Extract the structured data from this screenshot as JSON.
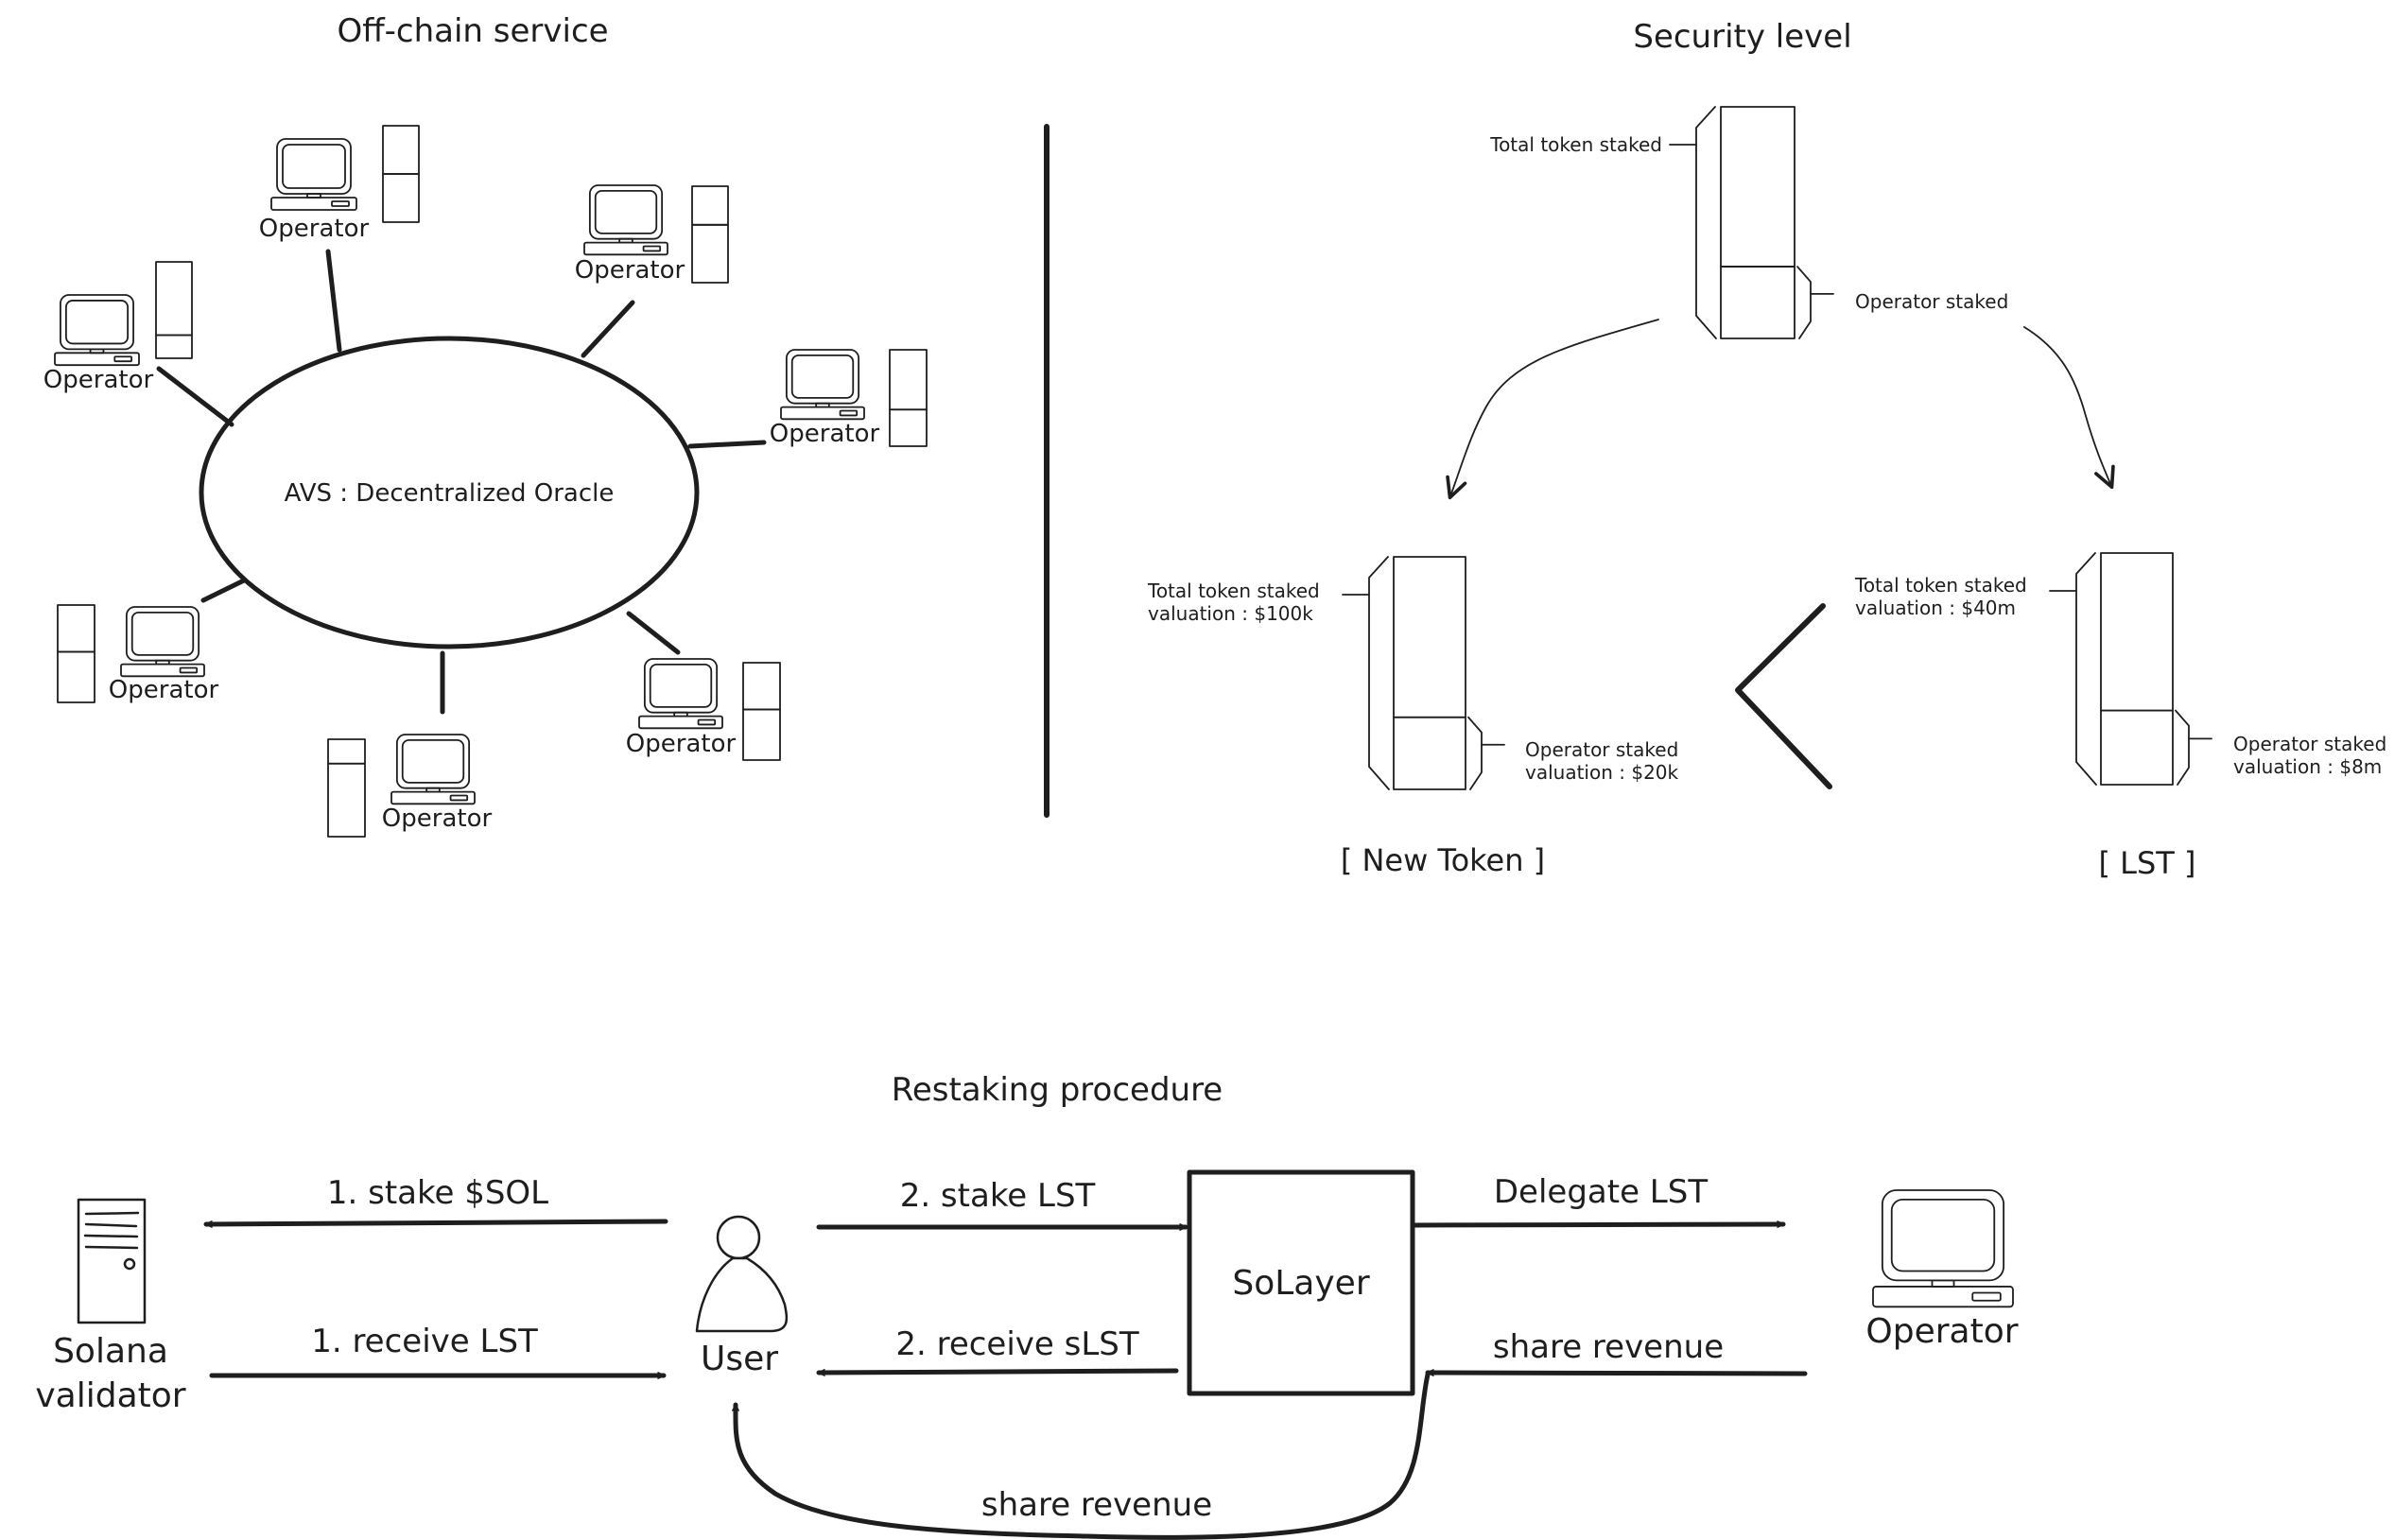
{
  "colors": {
    "ink": "#1e1e1e",
    "stake_fill": "#b2f2bb",
    "background": "#ffffff"
  },
  "offchain": {
    "title": "Off-chain service",
    "center_label": "AVS : Decentralized Oracle",
    "operators": [
      {
        "label": "Operator",
        "icon": "computer-icon",
        "operator_stake_fraction": 0.5
      },
      {
        "label": "Operator",
        "icon": "computer-icon",
        "operator_stake_fraction": 0.6
      },
      {
        "label": "Operator",
        "icon": "computer-icon",
        "operator_stake_fraction": 0.38
      },
      {
        "label": "Operator",
        "icon": "computer-icon",
        "operator_stake_fraction": 0.24
      },
      {
        "label": "Operator",
        "icon": "computer-icon",
        "operator_stake_fraction": 0.52
      },
      {
        "label": "Operator",
        "icon": "computer-icon",
        "operator_stake_fraction": 0.75
      },
      {
        "label": "Operator",
        "icon": "computer-icon",
        "operator_stake_fraction": 0.52
      }
    ]
  },
  "security": {
    "title": "Security level",
    "main": {
      "total_label": "Total token staked",
      "operator_label": "Operator staked",
      "operator_stake_fraction": 0.31
    },
    "new_token": {
      "caption": "[ New Token ]",
      "total_label_1": "Total token staked",
      "total_label_2": "valuation : $100k",
      "operator_label_1": "Operator staked",
      "operator_label_2": "valuation : $20k",
      "operator_stake_fraction": 0.31
    },
    "lst": {
      "caption": "[ LST ]",
      "total_label_1": "Total token staked",
      "total_label_2": "valuation : $40m",
      "operator_label_1": "Operator staked",
      "operator_label_2": "valuation : $8m",
      "operator_stake_fraction": 0.32
    },
    "comparison_symbol": "<"
  },
  "restaking": {
    "title": "Restaking procedure",
    "nodes": {
      "validator": {
        "line1": "Solana",
        "line2": "validator",
        "icon": "server-icon"
      },
      "user": {
        "label": "User",
        "icon": "user-icon"
      },
      "solayer": {
        "label": "SoLayer"
      },
      "operator": {
        "label": "Operator",
        "icon": "computer-icon"
      }
    },
    "flows": {
      "stake_sol": "1. stake $SOL",
      "receive_lst": "1. receive LST",
      "stake_lst": "2. stake LST",
      "receive_slst": "2. receive sLST",
      "delegate_lst": "Delegate LST",
      "share_revenue_operator": "share revenue",
      "share_revenue_user": "share revenue"
    }
  }
}
